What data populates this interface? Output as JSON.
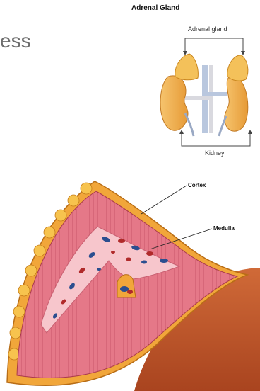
{
  "fragment_text": "ess",
  "inset": {
    "title": "Adrenal Gland",
    "top_label": "Adrenal gland",
    "bottom_label": "Kidney"
  },
  "section": {
    "cortex_label": "Cortex",
    "medulla_label": "Medulla"
  },
  "colors": {
    "capsule": "#f0a838",
    "cortex": "#e7788a",
    "medulla": "#f6c2c8",
    "kidney_tissue": "#c75a2e",
    "kidney_drawing": "#f2b24f",
    "vessel_blue": "#2b4e8f",
    "vessel_red": "#b02a2a"
  }
}
